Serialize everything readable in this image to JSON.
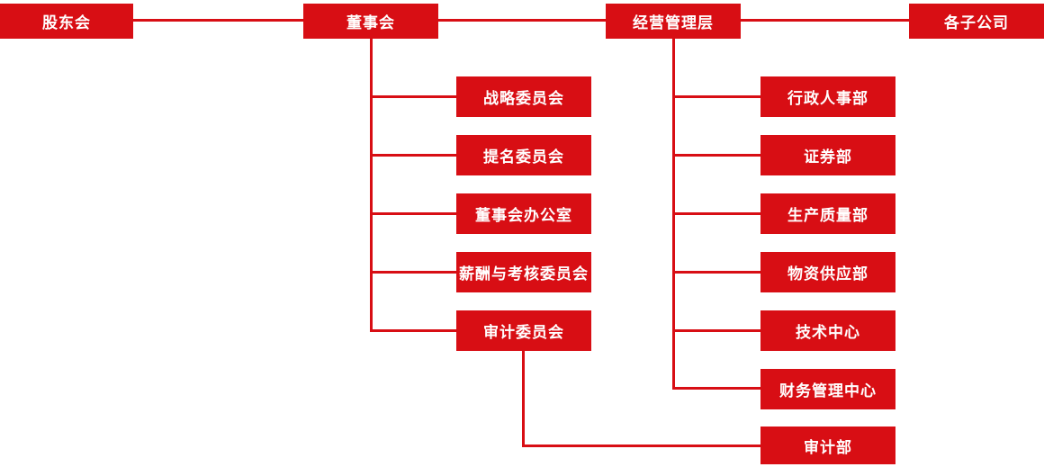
{
  "colors": {
    "accent": "#d80e14",
    "text": "#ffffff",
    "background": "#ffffff"
  },
  "diagram": {
    "type": "org-chart",
    "top_row": [
      {
        "label": "股东会"
      },
      {
        "label": "董事会"
      },
      {
        "label": "经营管理层"
      },
      {
        "label": "各子公司"
      }
    ],
    "board_children": {
      "parent": "董事会",
      "items": [
        {
          "label": "战略委员会"
        },
        {
          "label": "提名委员会"
        },
        {
          "label": "董事会办公室"
        },
        {
          "label": "薪酬与考核委员会"
        },
        {
          "label": "审计委员会"
        }
      ]
    },
    "management_children": {
      "parent": "经营管理层",
      "items": [
        {
          "label": "行政人事部"
        },
        {
          "label": "证券部"
        },
        {
          "label": "生产质量部"
        },
        {
          "label": "物资供应部"
        },
        {
          "label": "技术中心"
        },
        {
          "label": "财务管理中心"
        }
      ]
    },
    "audit_department": {
      "parent": "审计委员会",
      "label": "审计部"
    }
  }
}
